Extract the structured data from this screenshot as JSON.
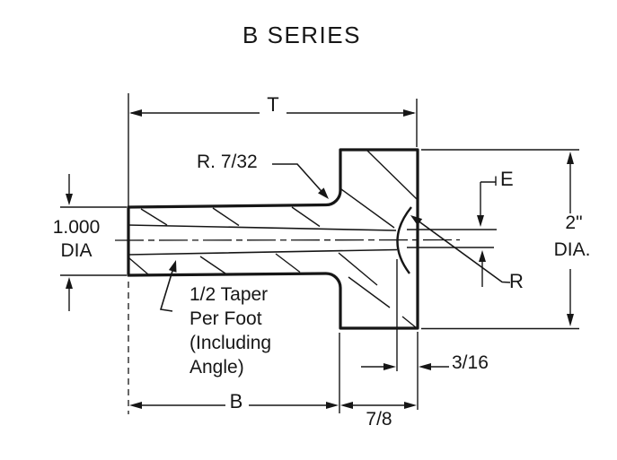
{
  "title": "B SERIES",
  "colors": {
    "ink": "#161616",
    "paper": "#ffffff"
  },
  "drawing": {
    "labels": {
      "overall_length": "T",
      "fillet_radius": "R. 7/32",
      "small_end_dia": "E",
      "head_dia_value": "2\"",
      "head_dia_unit": "DIA.",
      "shank_dia_value": "1.000",
      "shank_dia_unit": "DIA",
      "taper_note": [
        "1/2 Taper",
        "Per Foot",
        "(Including",
        "Angle)"
      ],
      "end_radius": "R",
      "recess_depth": "3/16",
      "shank_length": "B",
      "head_width": "7/8"
    }
  }
}
